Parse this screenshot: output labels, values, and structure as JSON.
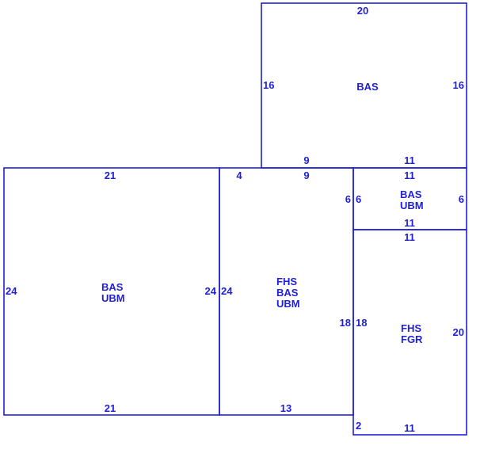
{
  "colors": {
    "line": "#1f1fd6",
    "background": "#ffffff"
  },
  "areas": [
    {
      "id": "upper-bas",
      "labels": [
        "BAS"
      ],
      "dimensions": {
        "top": "20",
        "left": "16",
        "right": "16",
        "bottom_left": "9",
        "bottom_right": "11"
      }
    },
    {
      "id": "left-bas-ubm",
      "labels": [
        "BAS",
        "UBM"
      ],
      "dimensions": {
        "top": "21",
        "left": "24",
        "right": "24",
        "bottom": "21"
      }
    },
    {
      "id": "middle-fhs-bas-ubm",
      "labels": [
        "FHS",
        "BAS",
        "UBM"
      ],
      "dimensions": {
        "top_left": "4",
        "top": "9",
        "left": "24",
        "right_top": "6",
        "right_lower": "18",
        "bottom": "13"
      }
    },
    {
      "id": "small-bas-ubm",
      "labels": [
        "BAS",
        "UBM"
      ],
      "dimensions": {
        "top": "11",
        "left": "6",
        "right": "6",
        "bottom": "11"
      }
    },
    {
      "id": "lower-fhs-fgr",
      "labels": [
        "FHS",
        "FGR"
      ],
      "dimensions": {
        "top": "11",
        "left": "18",
        "left_bottom": "2",
        "right": "20",
        "bottom": "11"
      }
    }
  ]
}
